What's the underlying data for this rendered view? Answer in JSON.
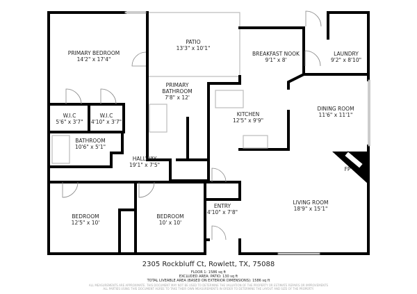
{
  "rooms": [
    {
      "name": "PRIMARY BEDROOM",
      "dim": "14'2\" x 17'4\""
    },
    {
      "name": "PATIO",
      "dim": "13'3\" x 10'1\""
    },
    {
      "name": "BREAKFAST NOOK",
      "dim": "9'1\" x 8'"
    },
    {
      "name": "LAUNDRY",
      "dim": "9'2\" x 8'10\""
    },
    {
      "name": "PRIMARY BATHROOM",
      "dim": "7'8\" x 12'"
    },
    {
      "name": "KITCHEN",
      "dim": "12'5\" x 9'9\""
    },
    {
      "name": "DINING ROOM",
      "dim": "11'6\" x 11'1\""
    },
    {
      "name": "W.I.C",
      "dim": "5'6\" x 3'7\""
    },
    {
      "name": "W.I.C",
      "dim": "4'10\" x 3'7\""
    },
    {
      "name": "BATHROOM",
      "dim": "10'6\" x 5'1\""
    },
    {
      "name": "HALLWAY",
      "dim": "19'1\" x 7'5\""
    },
    {
      "name": "BEDROOM",
      "dim": "12'5\" x 10'"
    },
    {
      "name": "BEDROOM",
      "dim": "10' x 10'"
    },
    {
      "name": "ENTRY",
      "dim": "4'10\" x 7'8\""
    },
    {
      "name": "LIVING ROOM",
      "dim": "18'9\" x 15'1\""
    }
  ],
  "fireplace_label": "FP",
  "footer": {
    "address": "2305 Rockbluff Ct, Rowlett, TX, 75088",
    "floor": "FLOOR 1: 1586 sq ft",
    "excluded": "EXCLUDED AREA: PATIO: 130 sq ft",
    "total": "TOTAL LIVEABLE AREA (BASED ON EXTERIOR DIMENSIONS): 1586 sq ft",
    "disclaimer_1": "ALL MEASUREMENTS ARE APPROXIMATE. THIS DOCUMENT MAY NOT BE USED TO DETERMINE THE VALUATION OF THE PROPERTY OR ESTIMATE REPAIRS OR IMPROVEMENTS",
    "disclaimer_2": "ALL PARTIES USING THIS DOCUMENT AGREE TO TAKE THEIR OWN MEASUREMENTS IN ORDER TO DETERMINE THE LAYOUT AND SIZE OF THE PROPERTY."
  }
}
